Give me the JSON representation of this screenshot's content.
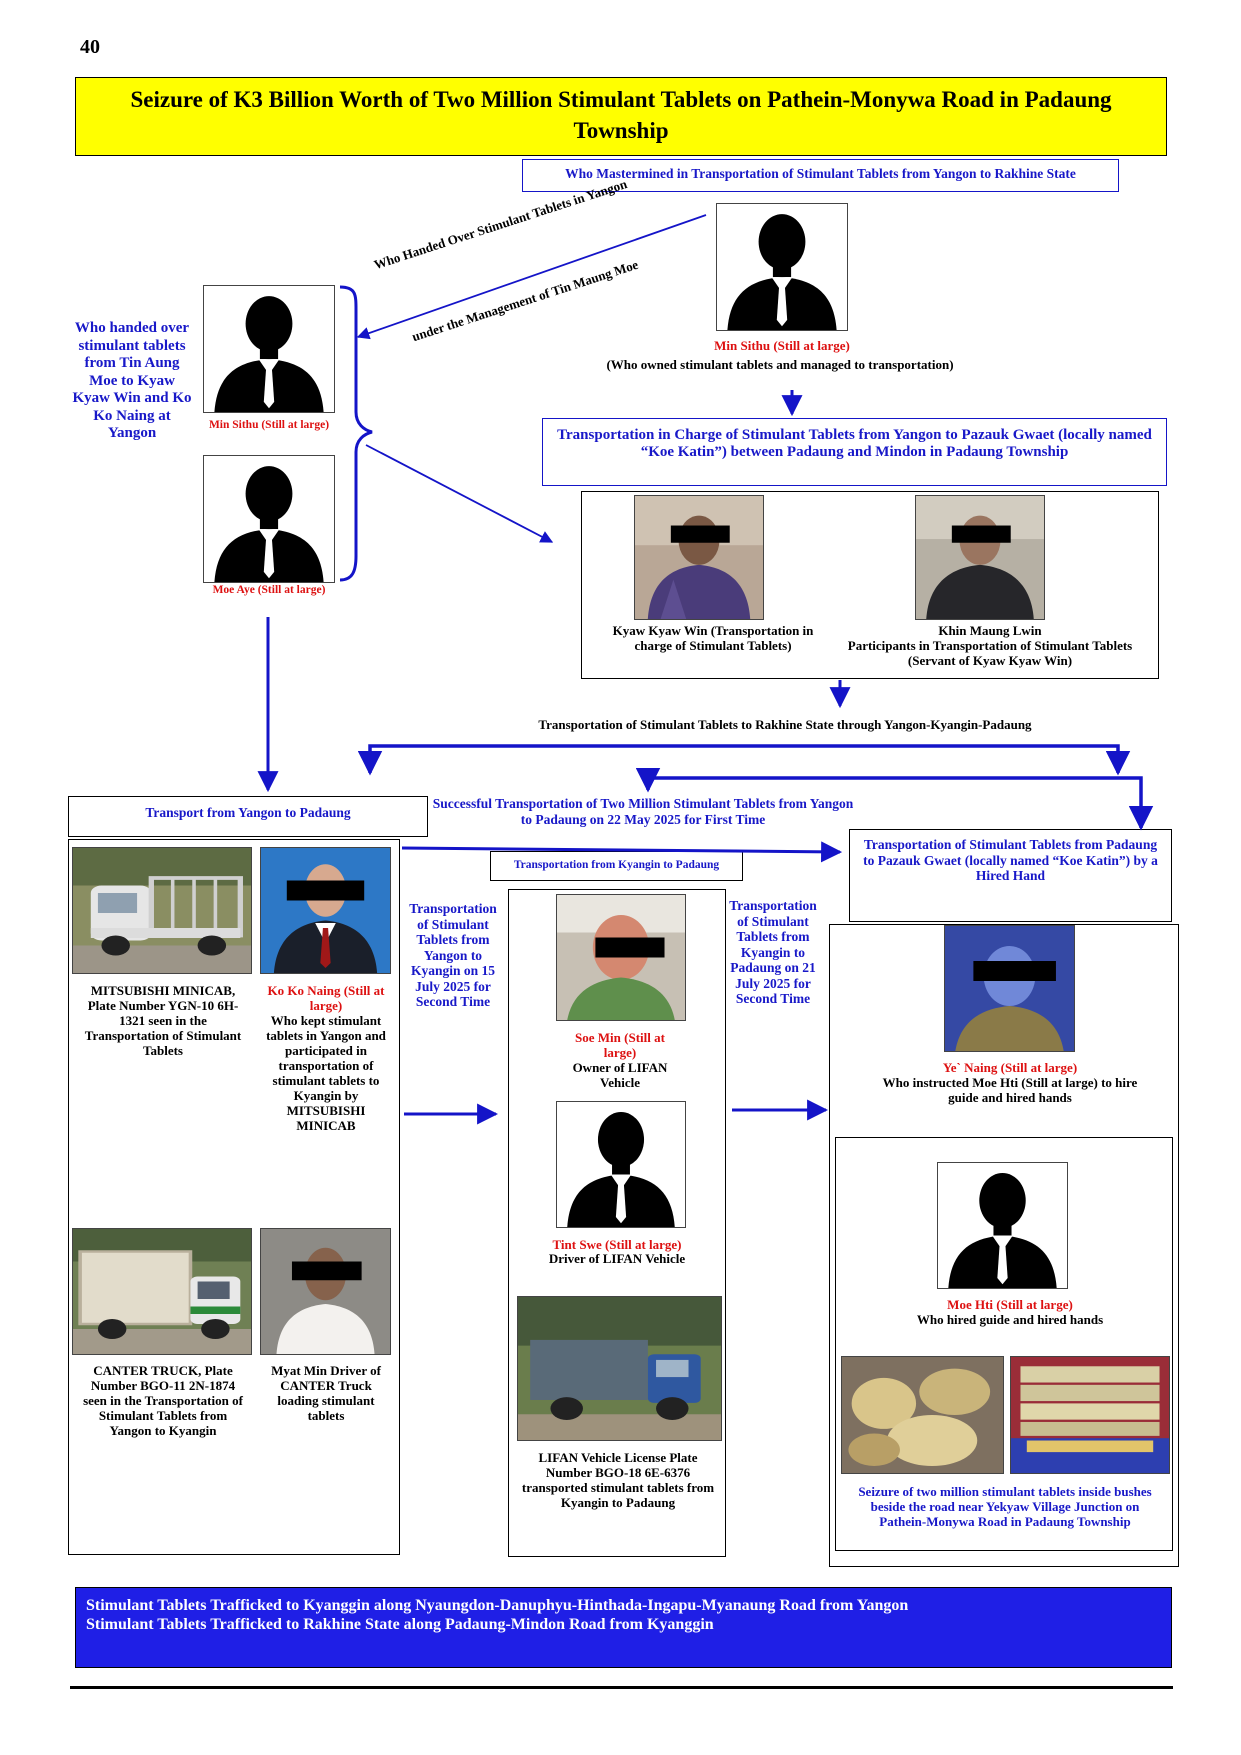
{
  "page_number": "40",
  "title": "Seizure of K3 Billion Worth of Two Million Stimulant Tablets on Pathein-Monywa Road in Padaung Township",
  "colors": {
    "title_bg": "#ffff00",
    "footer_bg": "#1f1fe6",
    "label_blue": "#1818c8",
    "name_red": "#dd1111"
  },
  "mastermind": {
    "header": "Who Mastermined in Transportation of Stimulant Tablets from Yangon to Rakhine State",
    "name": "Min Sithu (Still at large)",
    "desc": "(Who owned stimulant tablets and managed to transportation)"
  },
  "handover": {
    "arrow_label_1": "Who Handed Over Stimulant Tablets in Yangon",
    "arrow_label_2": "under the Management of Tin Maung Moe",
    "side_label": "Who handed over stimulant tablets from Tin Aung Moe to Kyaw Kyaw Win and Ko Ko Naing at Yangon",
    "person1": "Min Sithu (Still at large)",
    "person2": "Moe Aye (Still at large)"
  },
  "transport_charge": {
    "header": "Transportation in Charge of Stimulant Tablets from Yangon to Pazauk Gwaet (locally named “Koe Katin”) between Padaung and Mindon in Padaung Township",
    "person1_caption": "Kyaw Kyaw Win (Transportation in charge of Stimulant Tablets)",
    "person2_name": "Khin Maung Lwin",
    "person2_desc": "Participants in Transportation of Stimulant Tablets (Servant of Kyaw Kyaw Win)"
  },
  "route_label": "Transportation of Stimulant Tablets to Rakhine State through Yangon-Kyangin-Padaung",
  "yangon_padaung": {
    "header": "Transport from Yangon to Padaung",
    "minicab_caption": "MITSUBISHI MINICAB, Plate Number YGN-10 6H-1321 seen in the Transportation of Stimulant Tablets",
    "kokonaing_name": "Ko Ko Naing (Still at large)",
    "kokonaing_desc": "Who kept stimulant tablets in Yangon and participated in transportation of stimulant tablets to Kyangin by MITSUBISHI MINICAB",
    "canter_caption": "CANTER TRUCK, Plate Number BGO-11 2N-1874 seen in the Transportation of Stimulant Tablets from Yangon to Kyangin",
    "myatmin_caption": "Myat Min Driver of CANTER Truck loading stimulant tablets"
  },
  "first_time_label": "Successful Transportation of Two Million Stimulant Tablets from Yangon to Padaung on 22 May 2025 for First Time",
  "second_time_kyangin": "Transportation of Stimulant Tablets from Yangon to Kyangin on 15 July 2025 for Second Time",
  "second_time_padaung": "Transportation of Stimulant Tablets from Kyangin to Padaung on 21 July 2025 for Second Time",
  "kyangin_padaung": {
    "header": "Transportation from Kyangin to Padaung",
    "soemin_name": "Soe Min (Still at large)",
    "soemin_desc": "Owner of LIFAN Vehicle",
    "tintswe_name": "Tint Swe (Still at large)",
    "tintswe_desc": "Driver of LIFAN Vehicle",
    "lifan_caption": "LIFAN Vehicle License Plate Number BGO-18 6E-6376 transported stimulant tablets from Kyangin to Padaung"
  },
  "padaung_pazauk": {
    "header": "Transportation of Stimulant Tablets from Padaung to Pazauk Gwaet (locally named “Koe Katin”) by a Hired Hand",
    "yenaing_name": "Ye` Naing (Still at large)",
    "yenaing_desc": "Who instructed Moe Hti (Still at large) to hire guide and hired hands",
    "moehti_name": "Moe Hti (Still at large)",
    "moehti_desc": "Who hired guide and hired hands",
    "seizure_caption": "Seizure of two million stimulant tablets inside bushes beside the road near Yekyaw Village Junction on Pathein-Monywa Road in Padaung Township"
  },
  "footer": {
    "line1": "Stimulant Tablets Trafficked to Kyanggin along Nyaungdon-Danuphyu-Hinthada-Ingapu-Myanaung Road from Yangon",
    "line2": "Stimulant Tablets Trafficked to Rakhine State along Padaung-Mindon Road from Kyanggin"
  }
}
